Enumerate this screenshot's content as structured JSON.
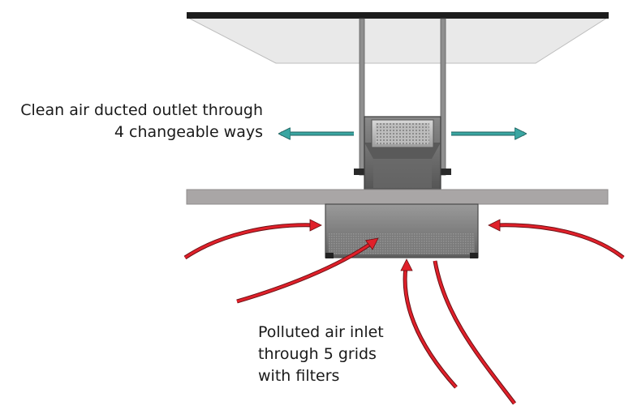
{
  "labels": {
    "outlet": {
      "line1": "Clean air ducted outlet through",
      "line2": "4 changeable ways"
    },
    "inlet": {
      "line1": "Polluted air inlet",
      "line2": "through 5 grids",
      "line3": "with filters"
    }
  },
  "colors": {
    "outlet_arrow": "#3aa6a2",
    "inlet_arrow": "#e0202a",
    "ceiling_panel": "#e8e8e8",
    "ceiling_edge": "#1c1c1c",
    "false_ceiling": "#a9a6a6",
    "unit_body": "#767676",
    "intake_box": "#8a8a8a"
  },
  "icons": {
    "outlet_arrows": "double-headed-arrow-icon",
    "inlet_arrows": "curved-arrow-icon"
  }
}
